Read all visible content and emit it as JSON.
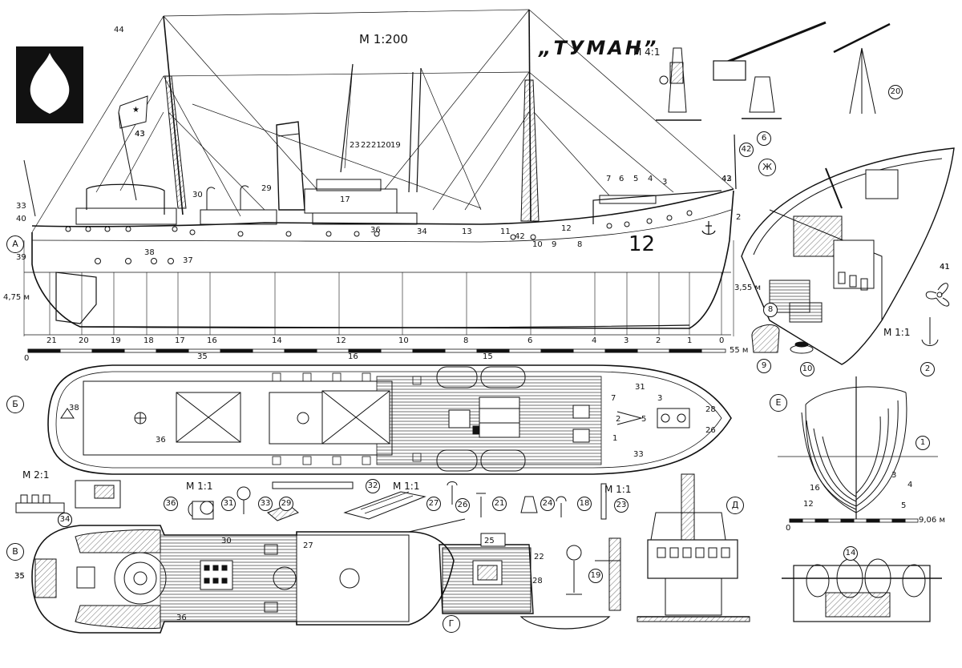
{
  "title": "„ТУМАН”",
  "scales": {
    "main": "М 1:200",
    "m41": "М 4:1",
    "m11_right": "М 1:1",
    "m21": "М 2:1",
    "m11_mid": "М 1:1",
    "m11_mid2": "М 1:1",
    "m11_right2": "М 1:1"
  },
  "section_letters": [
    "А",
    "Б",
    "В",
    "Г",
    "Д",
    "Е",
    "Ж"
  ],
  "hull_number": "12",
  "frame_numbers": [
    "21",
    "20",
    "19",
    "18",
    "17",
    "16",
    "14",
    "12",
    "10",
    "8",
    "6",
    "4",
    "3",
    "2",
    "1",
    "0"
  ],
  "scale_bar": {
    "start": "0",
    "end_main": "55 м",
    "end_section": "9,06 м",
    "start_section": "0"
  },
  "dims": {
    "draft_aft": "4,75 м",
    "draft_fwd": "3,55 м"
  },
  "profile_callouts": [
    "44",
    "43",
    "33",
    "40",
    "39",
    "37",
    "38",
    "23",
    "22",
    "21",
    "20",
    "19",
    "17",
    "29",
    "30",
    "36",
    "34",
    "13",
    "11",
    "42",
    "10",
    "9",
    "8",
    "7",
    "6",
    "5",
    "4",
    "3",
    "2",
    "12",
    "41",
    "42",
    "43"
  ],
  "deck_callouts": [
    "35",
    "16",
    "15",
    "36",
    "38",
    "31",
    "33",
    "1",
    "3",
    "5",
    "7",
    "2",
    "28",
    "26",
    "25",
    "27",
    "36",
    "35",
    "34"
  ],
  "detail_callouts": [
    "1",
    "2",
    "3",
    "4",
    "5",
    "6",
    "8",
    "9",
    "10",
    "12",
    "14",
    "16",
    "18",
    "19",
    "20",
    "21",
    "22",
    "23",
    "24",
    "26",
    "27",
    "28",
    "29",
    "30",
    "31",
    "32",
    "33",
    "34",
    "35",
    "36",
    "41",
    "42",
    "43"
  ],
  "colors": {
    "ink": "#111111",
    "paper": "#ffffff"
  }
}
